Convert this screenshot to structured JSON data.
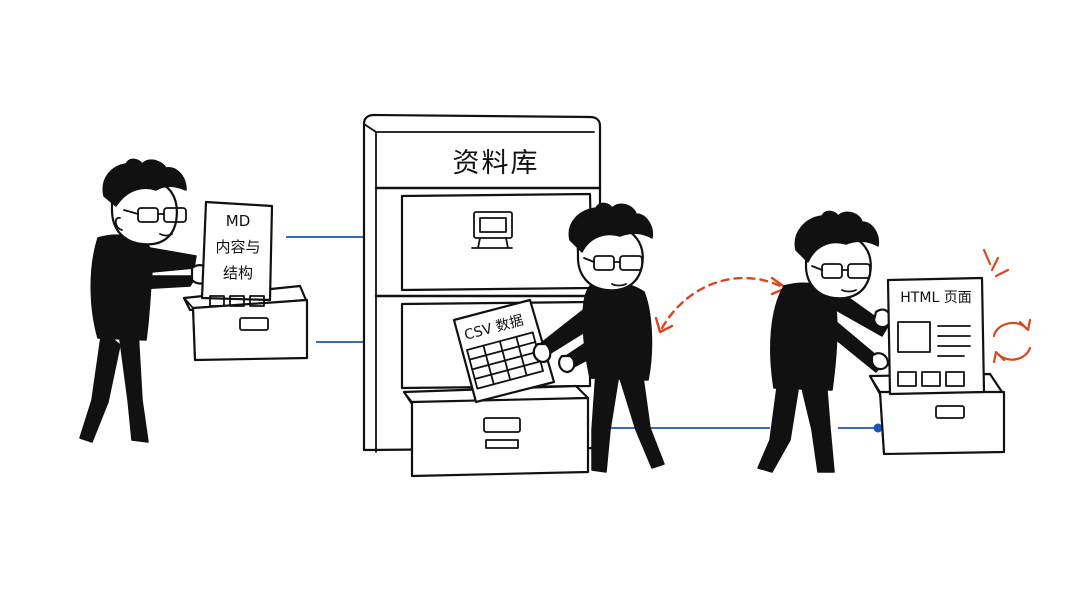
{
  "diagram": {
    "library_label": "资料库",
    "md_doc": {
      "line1": "MD",
      "line2": "内容与",
      "line3": "结构"
    },
    "csv_doc_label": "CSV 数据",
    "html_doc_label": "HTML 页面"
  },
  "colors": {
    "ink": "#111111",
    "flow_line": "#1a56b0",
    "exchange_arrow": "#d9471c",
    "refresh_icon": "#d9471c",
    "paper": "#ffffff"
  },
  "icons": [
    "monitor-icon",
    "refresh-icon"
  ]
}
